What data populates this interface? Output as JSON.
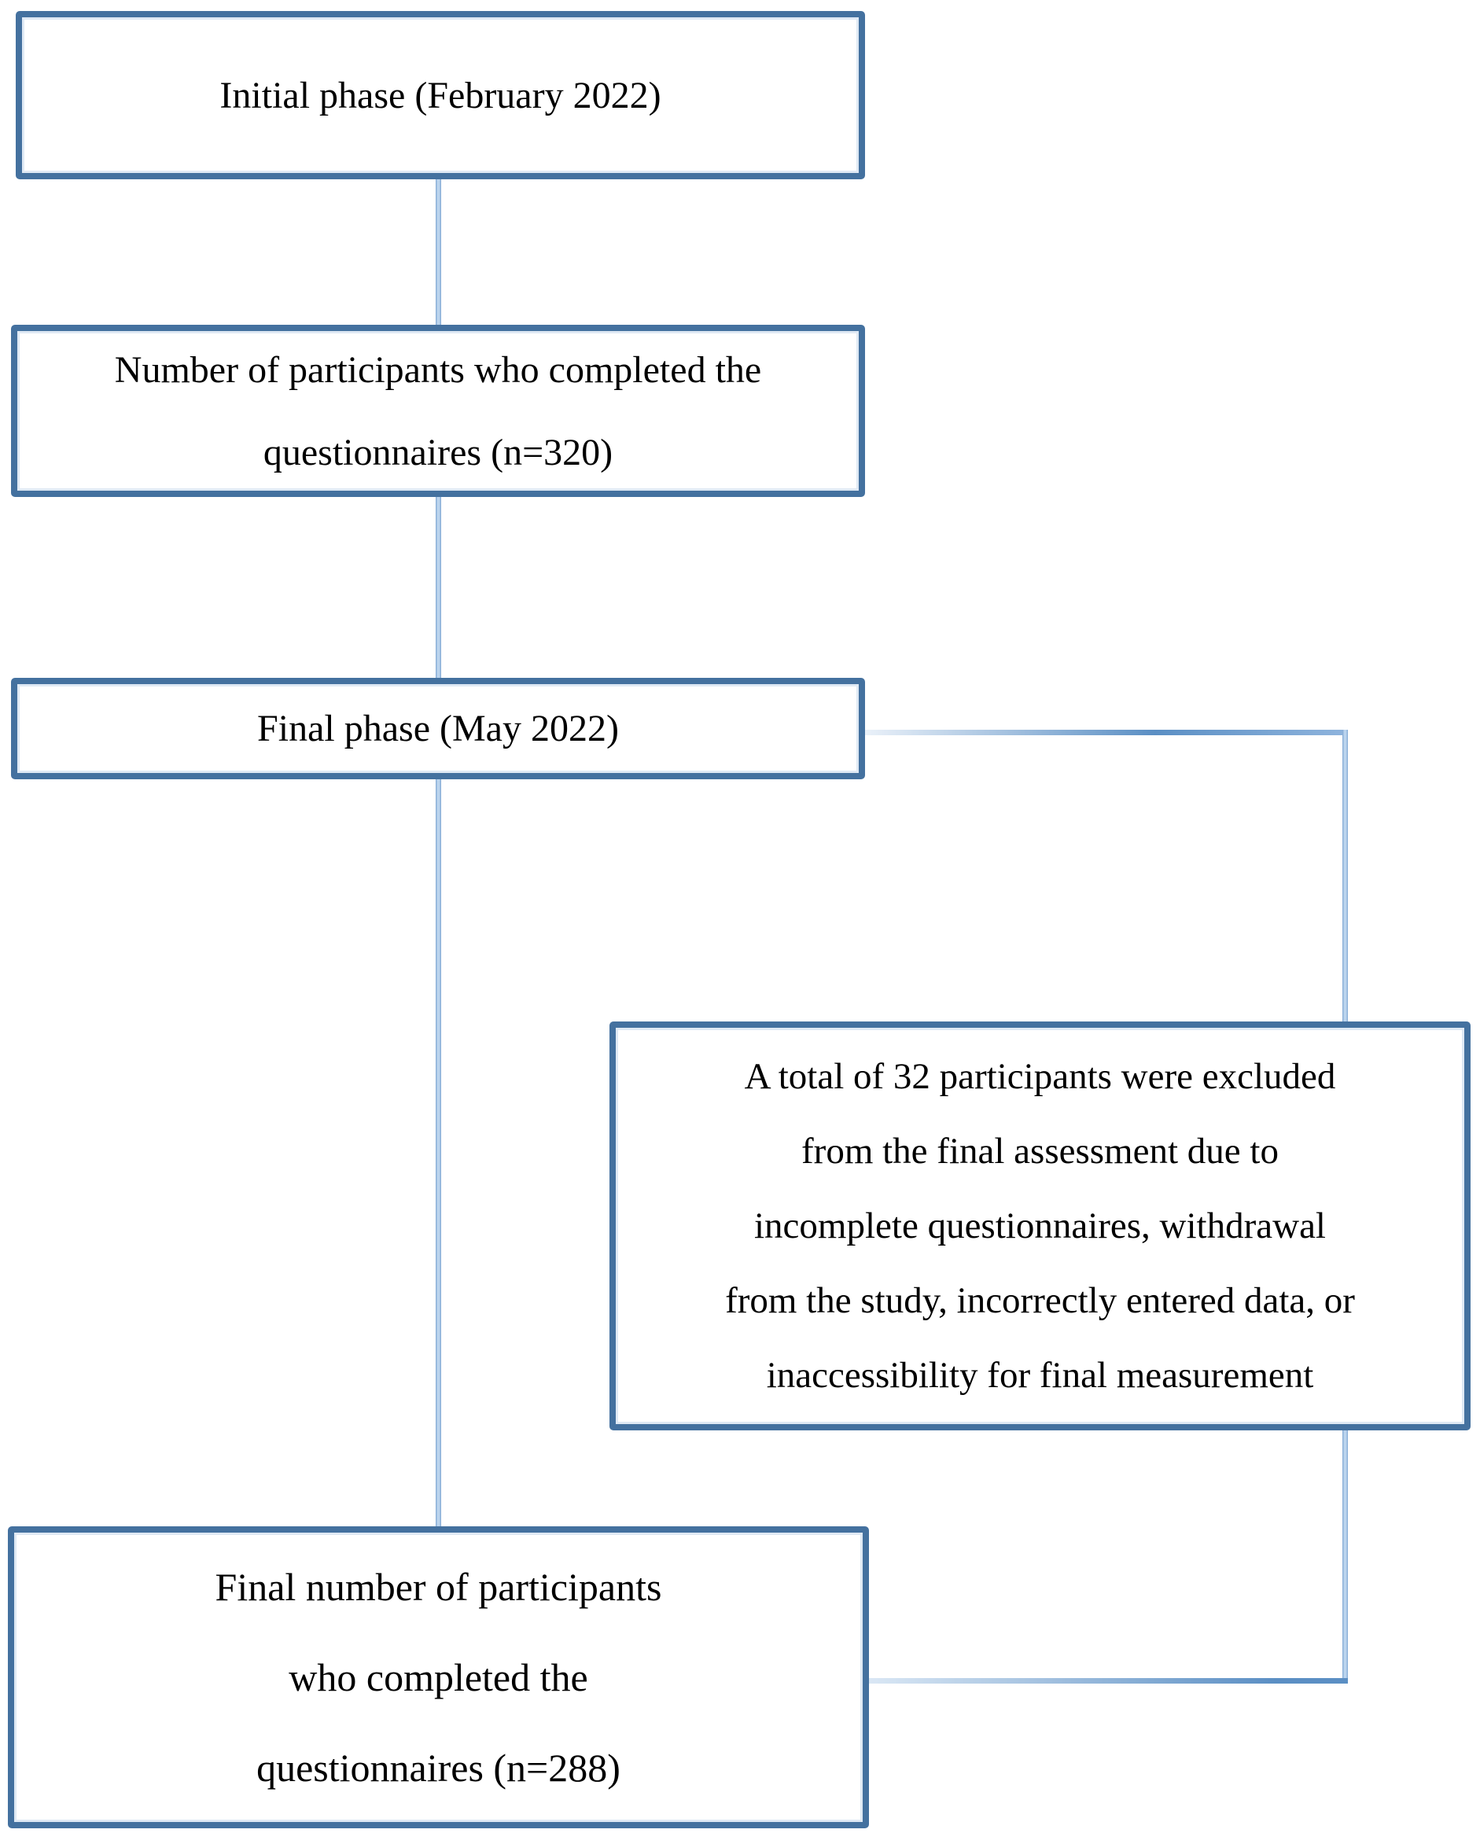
{
  "diagram": {
    "description": "Study participant flow chart with two phases and exclusions",
    "colors": {
      "box_border": "#44719f",
      "connector_light": "#bcd5ee",
      "connector_dark": "#5b8fc4",
      "text": "#000000",
      "background": "#ffffff"
    },
    "boxes": [
      {
        "id": "initial-phase",
        "lines": [
          "Initial phase (February 2022)"
        ]
      },
      {
        "id": "completed-initial",
        "lines": [
          "Number of participants who completed the",
          "questionnaires (n=320)"
        ]
      },
      {
        "id": "final-phase",
        "lines": [
          "Final phase (May 2022)"
        ]
      },
      {
        "id": "excluded",
        "lines": [
          "A total of 32 participants were excluded",
          "from the final assessment due to",
          "incomplete questionnaires, withdrawal",
          "from the study, incorrectly entered data, or",
          "inaccessibility for final measurement"
        ]
      },
      {
        "id": "final-count",
        "lines": [
          "Final number of participants",
          "who completed the",
          "questionnaires (n=288)"
        ]
      }
    ],
    "connectors": [
      {
        "id": "initial-to-completed",
        "from": "initial-phase",
        "to": "completed-initial"
      },
      {
        "id": "completed-to-final",
        "from": "completed-initial",
        "to": "final-phase"
      },
      {
        "id": "final-to-result",
        "from": "final-phase",
        "to": "final-count"
      },
      {
        "id": "final-to-excluded",
        "from": "final-phase",
        "to": "excluded"
      },
      {
        "id": "excluded-to-result",
        "from": "excluded",
        "to": "final-count"
      }
    ]
  }
}
